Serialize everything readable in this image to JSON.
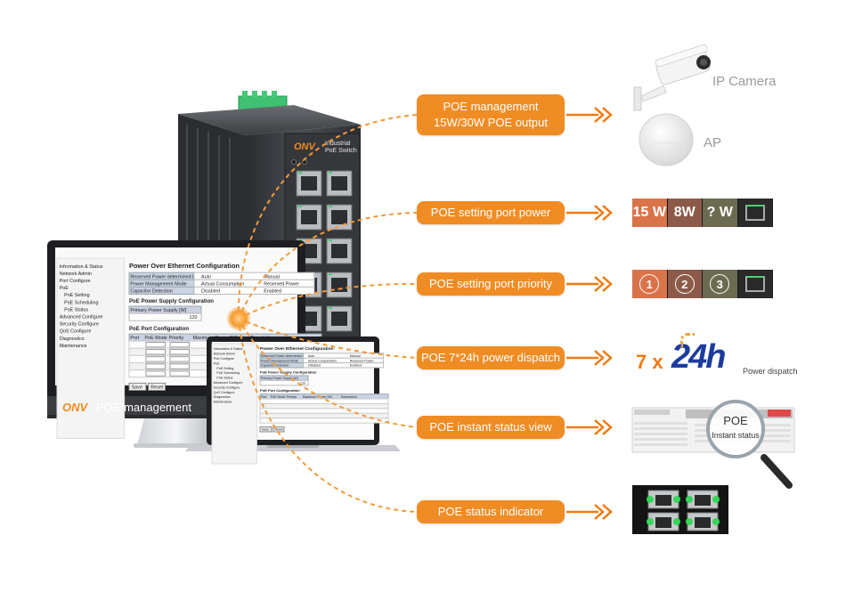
{
  "features": [
    {
      "lines": [
        "POE management",
        "15W/30W POE output"
      ]
    },
    {
      "lines": [
        "POE setting port power"
      ]
    },
    {
      "lines": [
        "POE setting port priority"
      ]
    },
    {
      "lines": [
        "POE 7*24h  power dispatch"
      ]
    },
    {
      "lines": [
        "POE instant status view"
      ]
    },
    {
      "lines": [
        "POE status indicator"
      ]
    }
  ],
  "devices": {
    "ip_camera": "IP Camera",
    "ap": "AP"
  },
  "port_power": [
    "15 W",
    "8W",
    "? W"
  ],
  "port_priority": [
    "1",
    "2",
    "3"
  ],
  "dispatch": {
    "prefix": "7 x",
    "big": "24h",
    "caption": "Power dispatch"
  },
  "status_magnifier": {
    "line1": "POE",
    "line2": "Instant status"
  },
  "switch": {
    "brand": "ONV",
    "line1": "Industrial",
    "line2": "PoE Switch"
  },
  "monitor": {
    "brand": "ONV",
    "caption": "POE management",
    "web": {
      "title": "Power Over Ethernet Configuration",
      "menu": [
        "Information & Status",
        "Network Admin",
        "Port Configure",
        "PoE",
        "PoE Setting",
        "PoE Scheduling",
        "PoE Status",
        "Advanced Configure",
        "Security Configure",
        "QoS Configure",
        "Diagnostics",
        "Maintenance"
      ],
      "rows": [
        "Reserved Power determined by",
        "Power Management Mode",
        "Capacitor Detection"
      ],
      "opts": [
        "Auto",
        "Manual",
        "Actual Consumption",
        "Reserved Power",
        "Disabled",
        "Enabled"
      ],
      "supply_title": "PoE Power Supply Configuration",
      "supply_header": "Primary Power Supply [W]",
      "supply_value": "120",
      "port_title": "PoE Port Configuration",
      "port_headers": [
        "Port",
        "PoE Mode",
        "Priority",
        "Maximum Power [W]",
        "Description"
      ],
      "buttons": [
        "Save",
        "Reset"
      ]
    }
  },
  "colors": {
    "accent": "#f08c24",
    "arrow": "#f07a10",
    "dash": "#f29a3a"
  }
}
